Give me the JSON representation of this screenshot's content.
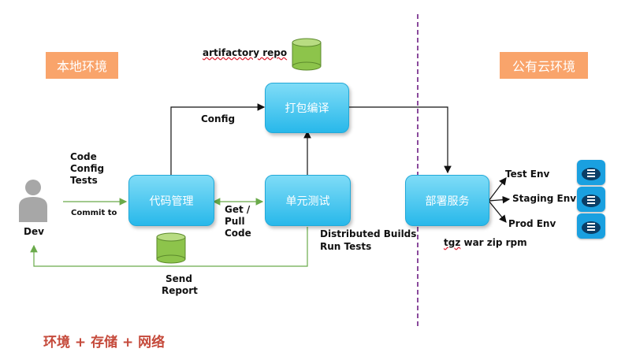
{
  "zones": {
    "local": "本地环境",
    "cloud": "公有云环境"
  },
  "boxes": {
    "package": "打包编译",
    "code_mgmt": "代码管理",
    "unit_test": "单元测试",
    "deploy": "部署服务"
  },
  "labels": {
    "artifactory": "artifactory repo",
    "config": "Config",
    "code": "Code",
    "config2": "Config",
    "tests": "Tests",
    "commit_to": "Commit to",
    "dev": "Dev",
    "get": "Get /",
    "pull": "Pull",
    "code2": "Code",
    "dist_builds": "Distributed Builds",
    "run_tests": "Run Tests",
    "send": "Send",
    "report": "Report",
    "test_env": "Test Env",
    "staging_env": "Staging Env",
    "prod_env": "Prod Env",
    "tgz": "tgz",
    "formats": " war zip rpm"
  },
  "footer": "环境 +  存储  + 网络",
  "colors": {
    "box": "#28b8ea",
    "zone": "#f9a46b",
    "footer": "#c54a3b",
    "green_line": "#6aaa4a",
    "divider": "#8a4a9c"
  }
}
